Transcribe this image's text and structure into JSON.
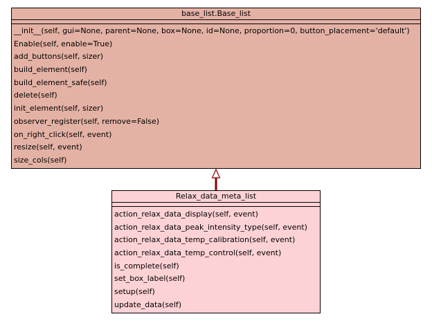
{
  "colors": {
    "base_fill": "#e4b2a5",
    "child_fill": "#fdd2d5",
    "arrow": "#8b0000",
    "border": "#000000"
  },
  "classes": {
    "base": {
      "name": "base_list.Base_list",
      "methods": [
        "__init__(self, gui=None, parent=None, box=None, id=None, proportion=0, button_placement='default')",
        "Enable(self, enable=True)",
        "add_buttons(self, sizer)",
        "build_element(self)",
        "build_element_safe(self)",
        "delete(self)",
        "init_element(self, sizer)",
        "observer_register(self, remove=False)",
        "on_right_click(self, event)",
        "resize(self, event)",
        "size_cols(self)"
      ]
    },
    "relax": {
      "name": "Relax_data_meta_list",
      "methods": [
        "action_relax_data_display(self, event)",
        "action_relax_data_peak_intensity_type(self, event)",
        "action_relax_data_temp_calibration(self, event)",
        "action_relax_data_temp_control(self, event)",
        "is_complete(self)",
        "set_box_label(self)",
        "setup(self)",
        "update_data(self)"
      ]
    }
  }
}
